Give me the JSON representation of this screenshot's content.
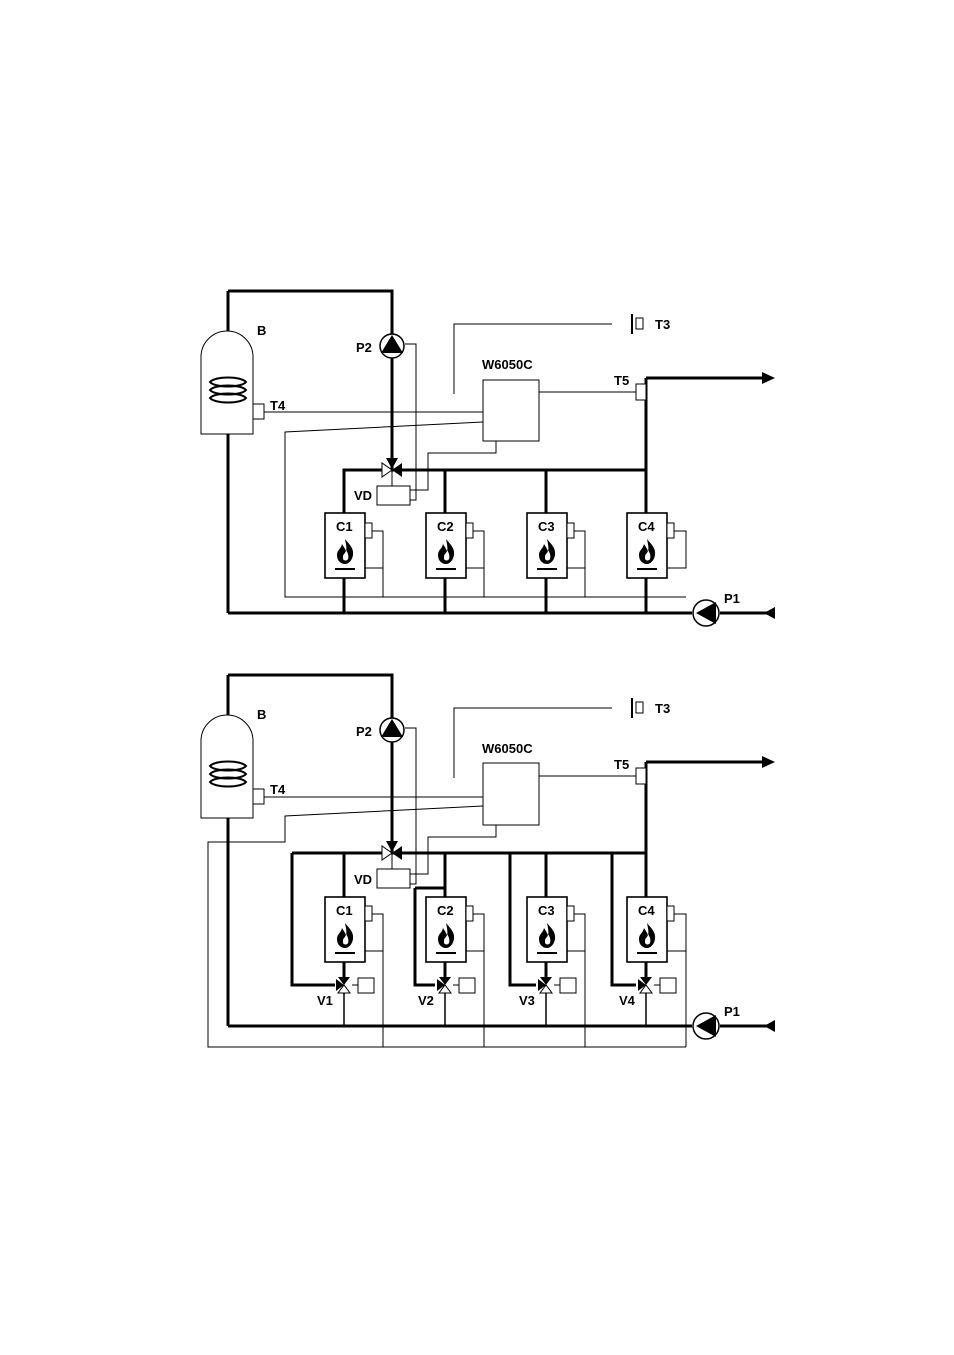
{
  "diagrams": [
    {
      "boiler_tank": "B",
      "controller": "W6050C",
      "sensors": {
        "t3": "T3",
        "t4": "T4",
        "t5": "T5"
      },
      "pumps": {
        "p1": "P1",
        "p2": "P2"
      },
      "diverter_valve": "VD",
      "boilers": [
        "C1",
        "C2",
        "C3",
        "C4"
      ]
    },
    {
      "boiler_tank": "B",
      "controller": "W6050C",
      "sensors": {
        "t3": "T3",
        "t4": "T4",
        "t5": "T5"
      },
      "pumps": {
        "p1": "P1",
        "p2": "P2"
      },
      "diverter_valve": "VD",
      "boilers": [
        "C1",
        "C2",
        "C3",
        "C4"
      ],
      "valves": [
        "V1",
        "V2",
        "V3",
        "V4"
      ]
    }
  ]
}
